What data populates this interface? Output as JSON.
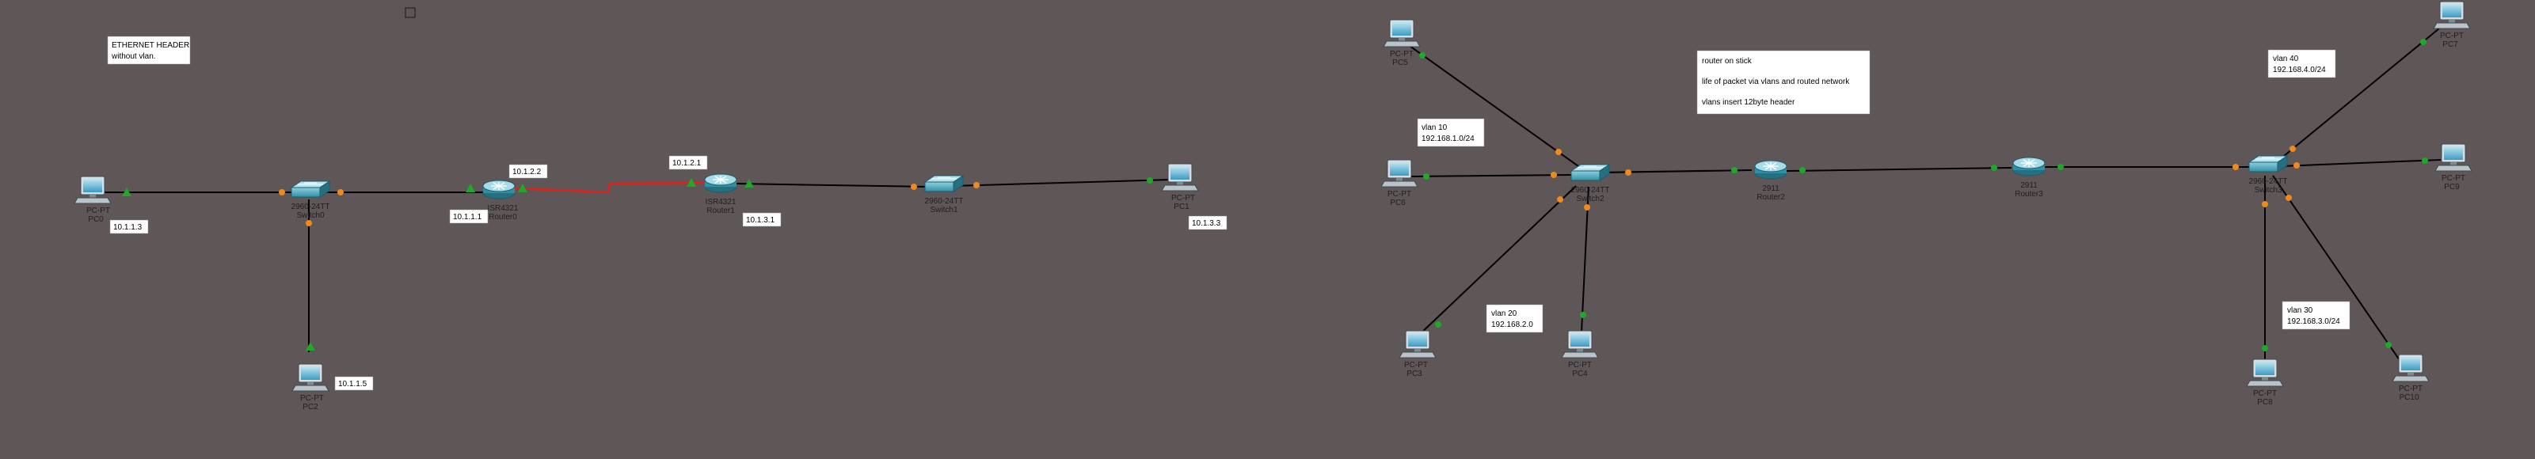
{
  "notes": {
    "ethernet": [
      "ETHERNET HEADER",
      "without vlan."
    ],
    "router_on_stick": [
      "router on stick",
      "life of packet via vlans and routed network",
      "vlans insert 12byte header"
    ]
  },
  "address_labels": {
    "pc0": "10.1.1.3",
    "pc2": "10.1.1.5",
    "router0_left": "10.1.1.1",
    "router0_right": "10.1.2.2",
    "router1_left": "10.1.2.1",
    "router1_right": "10.1.3.1",
    "pc1": "10.1.3.3"
  },
  "vlan_labels": {
    "vlan10": [
      "vlan 10",
      "192.168.1.0/24"
    ],
    "vlan20": [
      "vlan 20",
      "192.168.2.0"
    ],
    "vlan40": [
      "vlan 40",
      "192.168.4.0/24"
    ],
    "vlan30": [
      "vlan 30",
      "192.168.3.0/24"
    ]
  },
  "devices": {
    "pc0": [
      "PC-PT",
      "PC0"
    ],
    "switch0": [
      "2960-24TT",
      "Switch0"
    ],
    "router0": [
      "ISR4321",
      "Router0"
    ],
    "router1": [
      "ISR4321",
      "Router1"
    ],
    "switch1": [
      "2960-24TT",
      "Switch1"
    ],
    "pc1": [
      "PC-PT",
      "PC1"
    ],
    "pc2": [
      "PC-PT",
      "PC2"
    ],
    "pc5": [
      "PC-PT",
      "PC5"
    ],
    "pc6": [
      "PC-PT",
      "PC6"
    ],
    "switch2": [
      "2960-24TT",
      "Switch2"
    ],
    "pc3": [
      "PC-PT",
      "PC3"
    ],
    "pc4": [
      "PC-PT",
      "PC4"
    ],
    "router2": [
      "2911",
      "Router2"
    ],
    "router3": [
      "2911",
      "Router3"
    ],
    "switch3": [
      "2960-24TT",
      "Switch3"
    ],
    "pc7": [
      "PC-PT",
      "PC7"
    ],
    "pc8": [
      "PC-PT",
      "PC8"
    ],
    "pc9": [
      "PC-PT",
      "PC9"
    ],
    "pc10": [
      "PC-PT",
      "PC10"
    ]
  },
  "colors": {
    "background": "#5f5658",
    "copper_link": "#000000",
    "serial_link": "#e0201a",
    "link_up": "#1fa82a",
    "link_pending": "#f08a1c",
    "device_teal": "#2f8fa4",
    "note_bg": "#ffffff"
  }
}
